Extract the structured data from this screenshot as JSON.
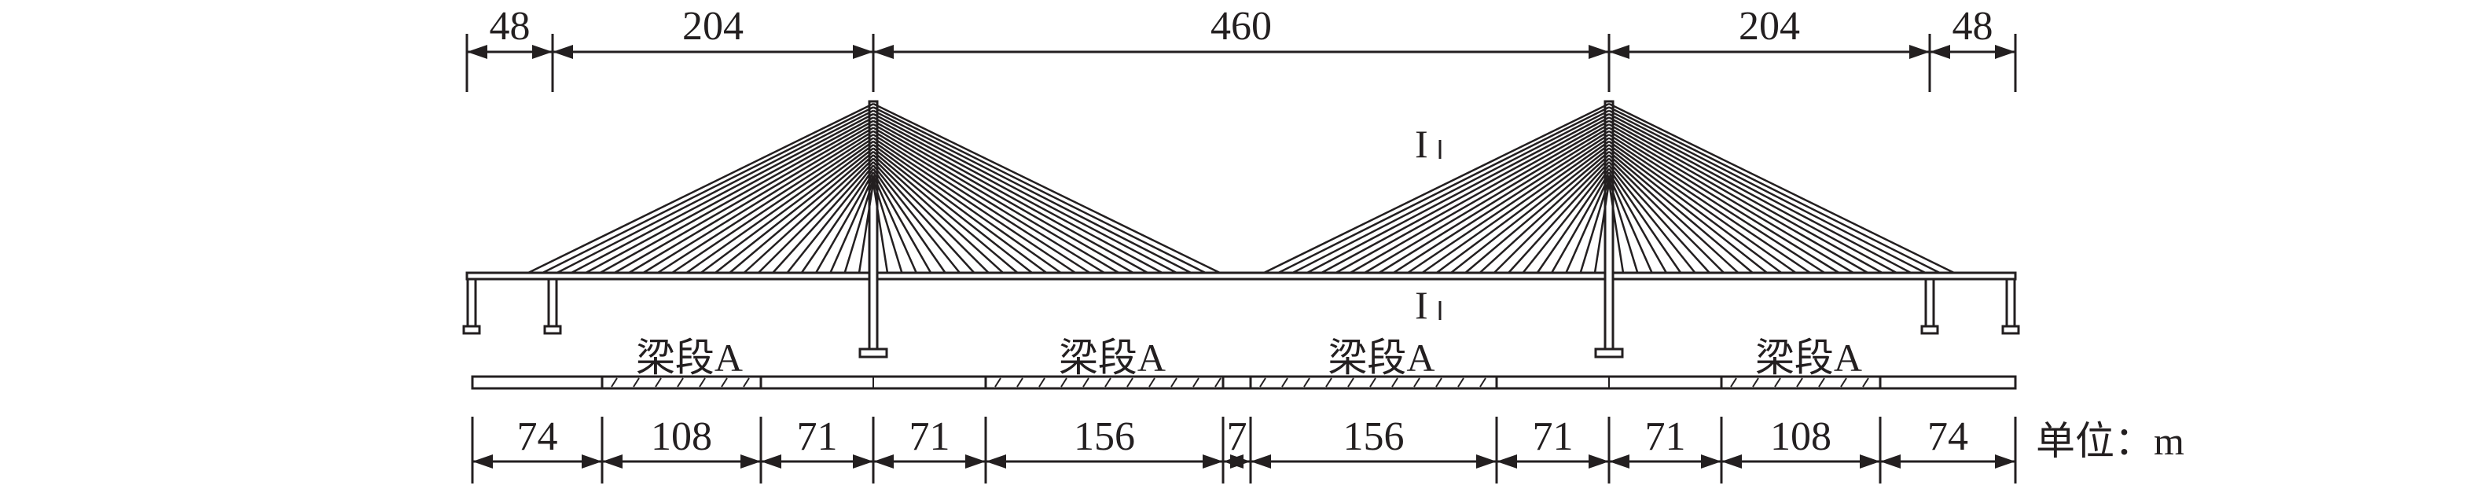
{
  "title": "Cable-stayed bridge span layout",
  "colors": {
    "line": "#231f20",
    "background": "#ffffff"
  },
  "top_dimensions": [
    "48",
    "204",
    "460",
    "204",
    "48"
  ],
  "bottom_dimensions": [
    "74",
    "108",
    "71",
    "71",
    "156",
    "7",
    "156",
    "71",
    "71",
    "108",
    "74"
  ],
  "segment_labels": [
    "梁段A",
    "梁段A",
    "梁段A",
    "梁段A"
  ],
  "section_marks": [
    "I",
    "I"
  ],
  "unit_label": "单位：m"
}
